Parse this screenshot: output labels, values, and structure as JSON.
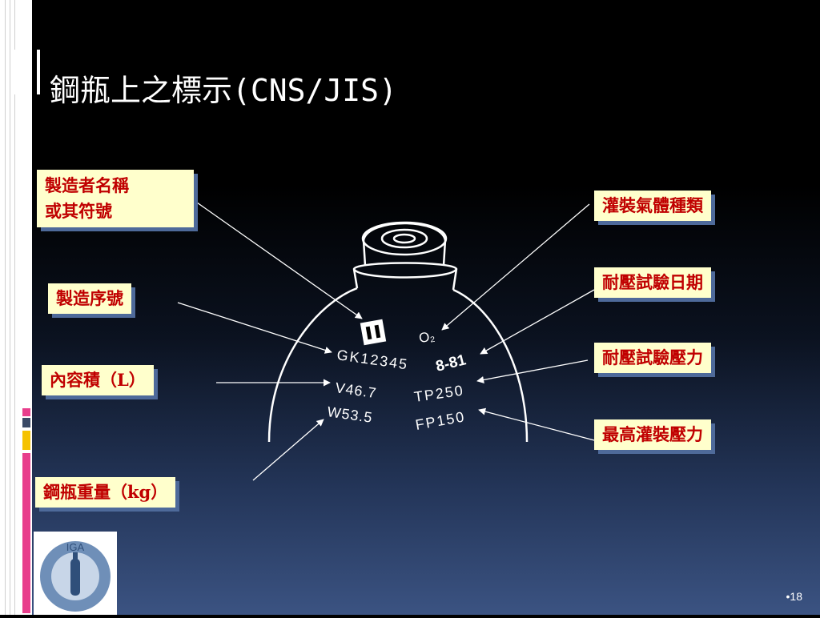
{
  "slide": {
    "title_cjk": "鋼瓶上之標示",
    "title_latin": "(CNS/JIS)",
    "page_number": "18"
  },
  "labels": {
    "manufacturer": {
      "line1": "製造者名稱",
      "line2": "或其符號"
    },
    "serial": "製造序號",
    "volume": "內容積（L）",
    "weight": "鋼瓶重量（kg）",
    "gas_type": "灌裝氣體種類",
    "test_date": "耐壓試驗日期",
    "test_pressure": "耐壓試驗壓力",
    "max_fill_pressure": "最高灌裝壓力"
  },
  "cylinder_marks": {
    "gas": "O₂",
    "serial": "GK12345",
    "date": "8-81",
    "volume": "V46.7",
    "tp": "TP250",
    "weight": "W53.5",
    "fp": "FP150"
  },
  "logo": {
    "top_text": "IGA"
  },
  "colors": {
    "label_bg": "#ffffcc",
    "label_text": "#c00000",
    "label_shadow": "#4e6a9a",
    "accent_pink": "#e83e8c",
    "accent_yellow": "#f5c200"
  }
}
